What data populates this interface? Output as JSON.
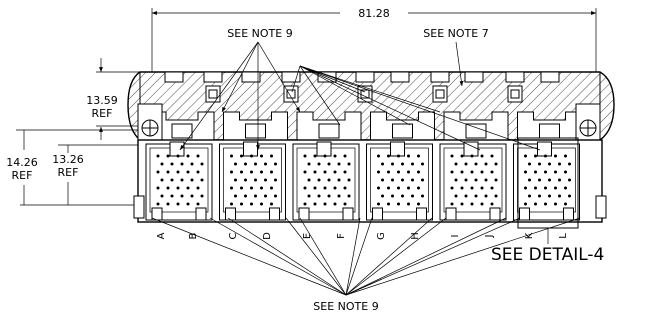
{
  "dimensions": {
    "overall_width": "81.28",
    "height_top": {
      "value": "13.59",
      "ref": "REF"
    },
    "height_total": {
      "value": "14.26",
      "ref": "REF"
    },
    "height_inner": {
      "value": "13.26",
      "ref": "REF"
    }
  },
  "notes": {
    "note_9_top": "SEE NOTE 9",
    "note_7": "SEE NOTE 7",
    "note_9_bottom": "SEE NOTE 9",
    "detail": "SEE DETAIL-4"
  },
  "pin_labels": [
    "A",
    "B",
    "C",
    "D",
    "E",
    "F",
    "G",
    "H",
    "I",
    "J",
    "K",
    "L"
  ]
}
